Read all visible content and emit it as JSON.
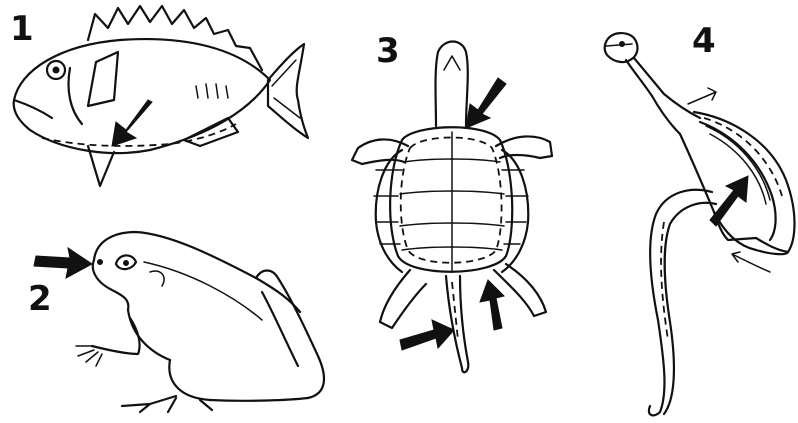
{
  "panels": [
    {
      "label": "1",
      "animal_icon": "fish-icon"
    },
    {
      "label": "2",
      "animal_icon": "frog-icon"
    },
    {
      "label": "3",
      "animal_icon": "turtle-icon"
    },
    {
      "label": "4",
      "animal_icon": "snake-icon"
    }
  ],
  "colors": {
    "ink": "#111111",
    "background": "#ffffff"
  }
}
